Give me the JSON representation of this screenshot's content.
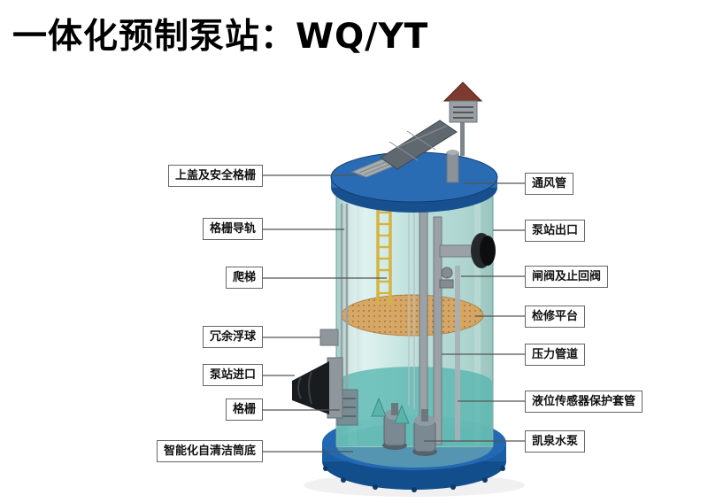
{
  "title": "一体化预制泵站：WQ/YT",
  "labels": {
    "left": [
      {
        "text": "上盖及安全格栅"
      },
      {
        "text": "格栅导轨"
      },
      {
        "text": "爬梯"
      },
      {
        "text": "冗余浮球"
      },
      {
        "text": "泵站进口"
      },
      {
        "text": "格栅"
      },
      {
        "text": "智能化自清洁筒底"
      }
    ],
    "right": [
      {
        "text": "通风管"
      },
      {
        "text": "泵站出口"
      },
      {
        "text": "闸阀及止回阀"
      },
      {
        "text": "检修平台"
      },
      {
        "text": "压力管道"
      },
      {
        "text": "液位传感器保护套管"
      },
      {
        "text": "凯泉水泵"
      }
    ]
  },
  "colors": {
    "title_color": "#000000",
    "label_border": "#666666",
    "leader_line": "#555555",
    "lid_blue": "#2a6cb4",
    "base_blue": "#1a5fa6",
    "body_teal": "#bfe0dc",
    "water_teal": "#58b7b1",
    "platform_orange": "#d8a35e",
    "ladder_yellow": "#d6b442",
    "roof_brown": "#7c3b2e"
  }
}
